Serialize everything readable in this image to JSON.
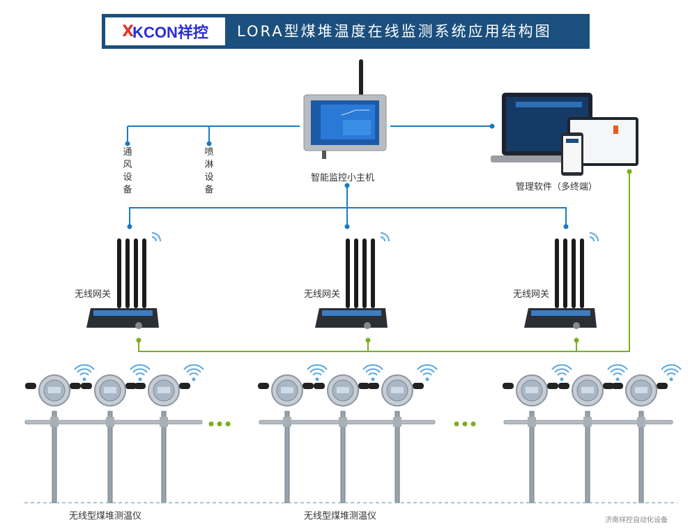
{
  "header": {
    "logo_mark": "X",
    "logo_text": "KCON祥控",
    "title": "LORA型煤堆温度在线监测系统应用结构图"
  },
  "controller": {
    "label": "智能监控小主机"
  },
  "software": {
    "label": "管理软件（多终端）"
  },
  "devices": [
    {
      "label": "通风设备"
    },
    {
      "label": "喷淋设备"
    }
  ],
  "gateways": [
    {
      "label": "无线网关"
    },
    {
      "label": "无线网关"
    },
    {
      "label": "无线网关"
    }
  ],
  "sensor_groups": [
    {
      "label": "无线型煤堆测温仪"
    },
    {
      "label": "无线型煤堆测温仪"
    },
    {
      "label": ""
    }
  ],
  "footer": {
    "company": "济南祥控自动化设备"
  },
  "colors": {
    "header_bg": "#1b4f7e",
    "blue_line": "#1a7bbf",
    "green_line": "#7cae1f",
    "wifi": "#5aa7de"
  }
}
